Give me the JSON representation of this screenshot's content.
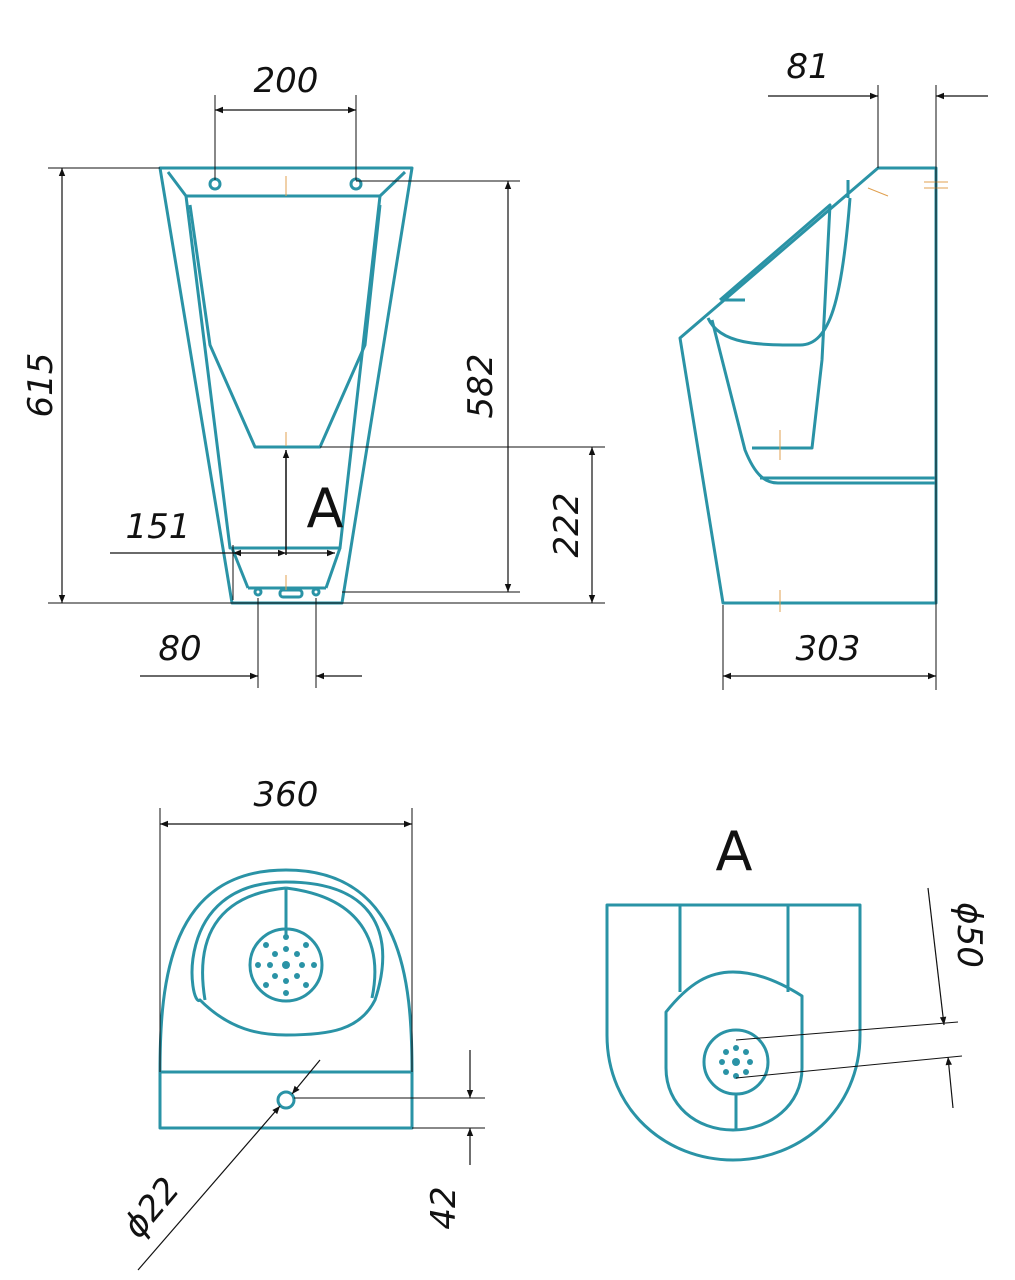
{
  "colors": {
    "outline": "#2a93a6",
    "dimension": "#111111",
    "centerline": "#e0a050",
    "background": "#ffffff"
  },
  "front_view": {
    "dim_width_holes": "200",
    "dim_height_total": "615",
    "dim_height_holes": "582",
    "dim_height_drain": "222",
    "dim_drain_offset": "151",
    "dim_bottom_holes": "80",
    "view_marker": "A"
  },
  "side_view": {
    "dim_top_depth": "81",
    "dim_total_depth": "303"
  },
  "top_view": {
    "dim_width": "360",
    "dim_hole_diameter": "ϕ22",
    "dim_hole_offset": "42"
  },
  "detail_view": {
    "title": "A",
    "dim_drain_diameter": "ϕ50"
  }
}
